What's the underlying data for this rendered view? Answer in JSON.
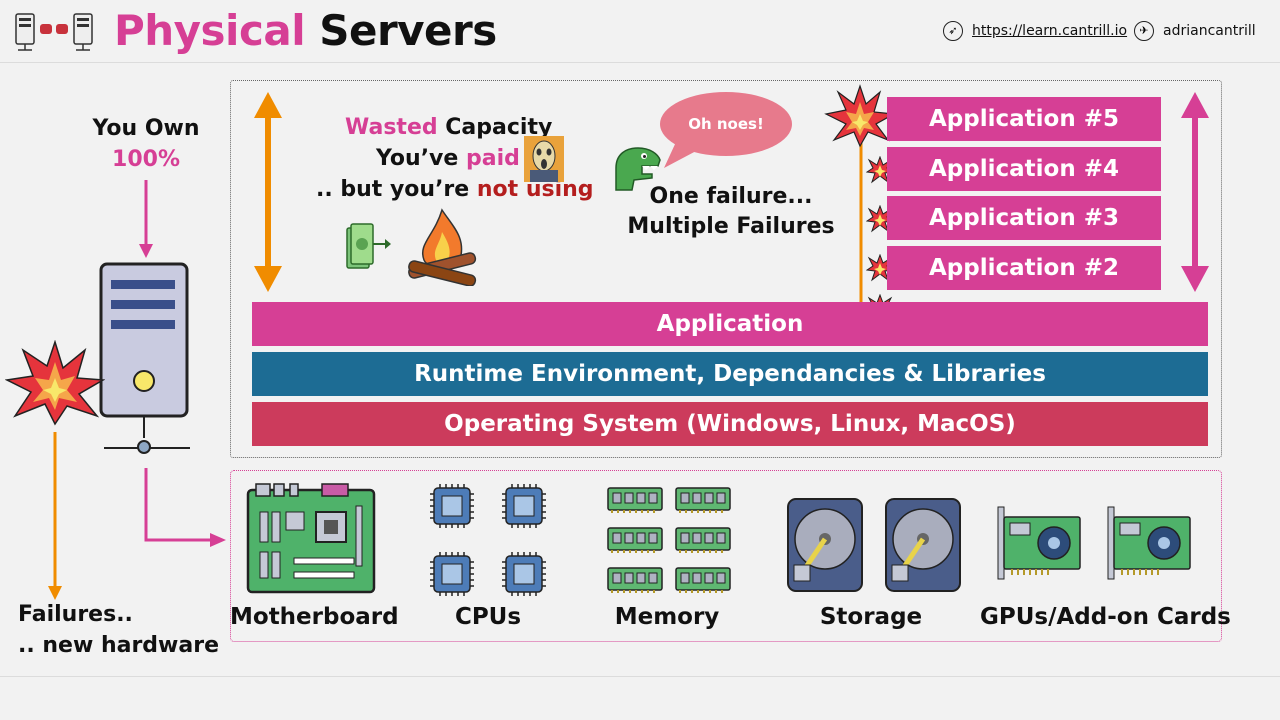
{
  "header": {
    "title_word1": "Physical",
    "title_word2": "Servers",
    "website": "https://learn.cantrill.io",
    "twitter": "adriancantrill"
  },
  "left": {
    "you_own": "You Own",
    "you_own_pct": "100%",
    "failures_line1": "Failures..",
    "failures_line2": ".. new hardware"
  },
  "wasted": {
    "word_wasted": "Wasted",
    "word_capacity": "Capacity",
    "line2_a": "You’ve",
    "line2_b": "paid",
    "line3_a": ".. but you’re",
    "line3_b": "not using"
  },
  "failure": {
    "bubble": "Oh noes!",
    "line1": "One failure...",
    "line2": "Multiple Failures"
  },
  "apps": [
    "Application #5",
    "Application #4",
    "Application #3",
    "Application #2"
  ],
  "layers": {
    "application": "Application",
    "runtime": "Runtime Environment, Dependancies & Libraries",
    "os": "Operating System (Windows, Linux, MacOS)"
  },
  "hardware": [
    "Motherboard",
    "CPUs",
    "Memory",
    "Storage",
    "GPUs/Add-on Cards"
  ],
  "colors": {
    "pink": "#d63f95",
    "blue": "#1d6c94",
    "red": "#cc3b5c",
    "orange": "#f08c00",
    "dark_red": "#b41e1e"
  }
}
